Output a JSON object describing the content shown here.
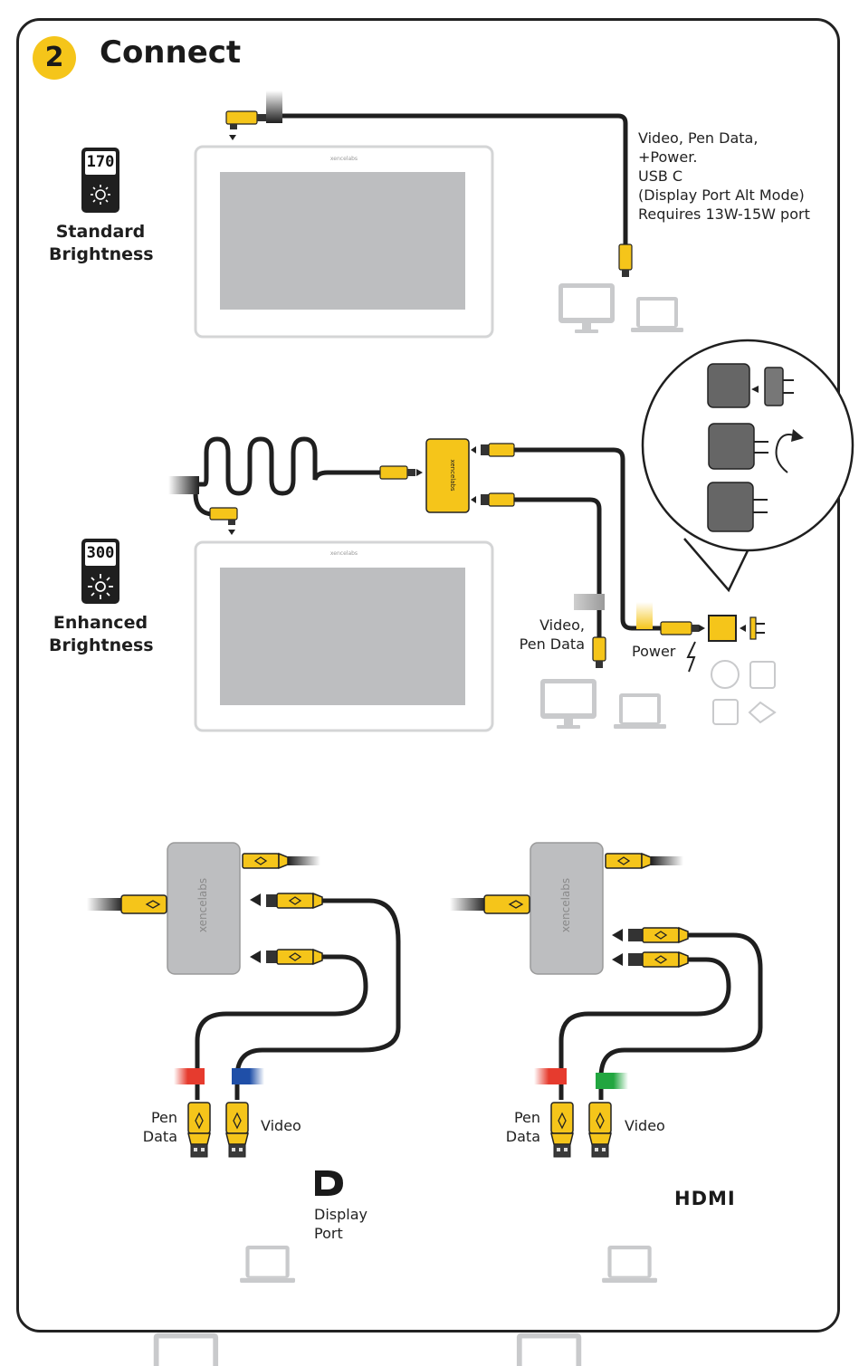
{
  "step": {
    "number": "2",
    "title": "Connect"
  },
  "modes": {
    "standard": {
      "badge": "170",
      "label_line1": "Standard",
      "label_line2": "Brightness",
      "icon": "sun-icon"
    },
    "enhanced": {
      "badge": "300",
      "label_line1": "Enhanced",
      "label_line2": "Brightness",
      "icon": "sun-bright-icon"
    }
  },
  "usbc_note": {
    "line1": "Video, Pen Data,",
    "line2": "+Power.",
    "line3": "USB C",
    "line4": "(Display Port Alt Mode)",
    "line5": "Requires 13W-15W port"
  },
  "enhanced_labels": {
    "video_line1": "Video,",
    "video_line2": "Pen Data",
    "power": "Power"
  },
  "displayport": {
    "pen_line1": "Pen",
    "pen_line2": "Data",
    "video": "Video",
    "logo_line1": "Display",
    "logo_line2": "Port"
  },
  "hdmi_setup": {
    "pen_line1": "Pen",
    "pen_line2": "Data",
    "video": "Video",
    "logo": "HDMI"
  },
  "colors": {
    "accent": "#f5c51a",
    "cable": "#1f1f1f",
    "device": "#bdbec0",
    "red": "#e63b2e",
    "blue": "#1f4fa8",
    "green": "#22a640"
  }
}
